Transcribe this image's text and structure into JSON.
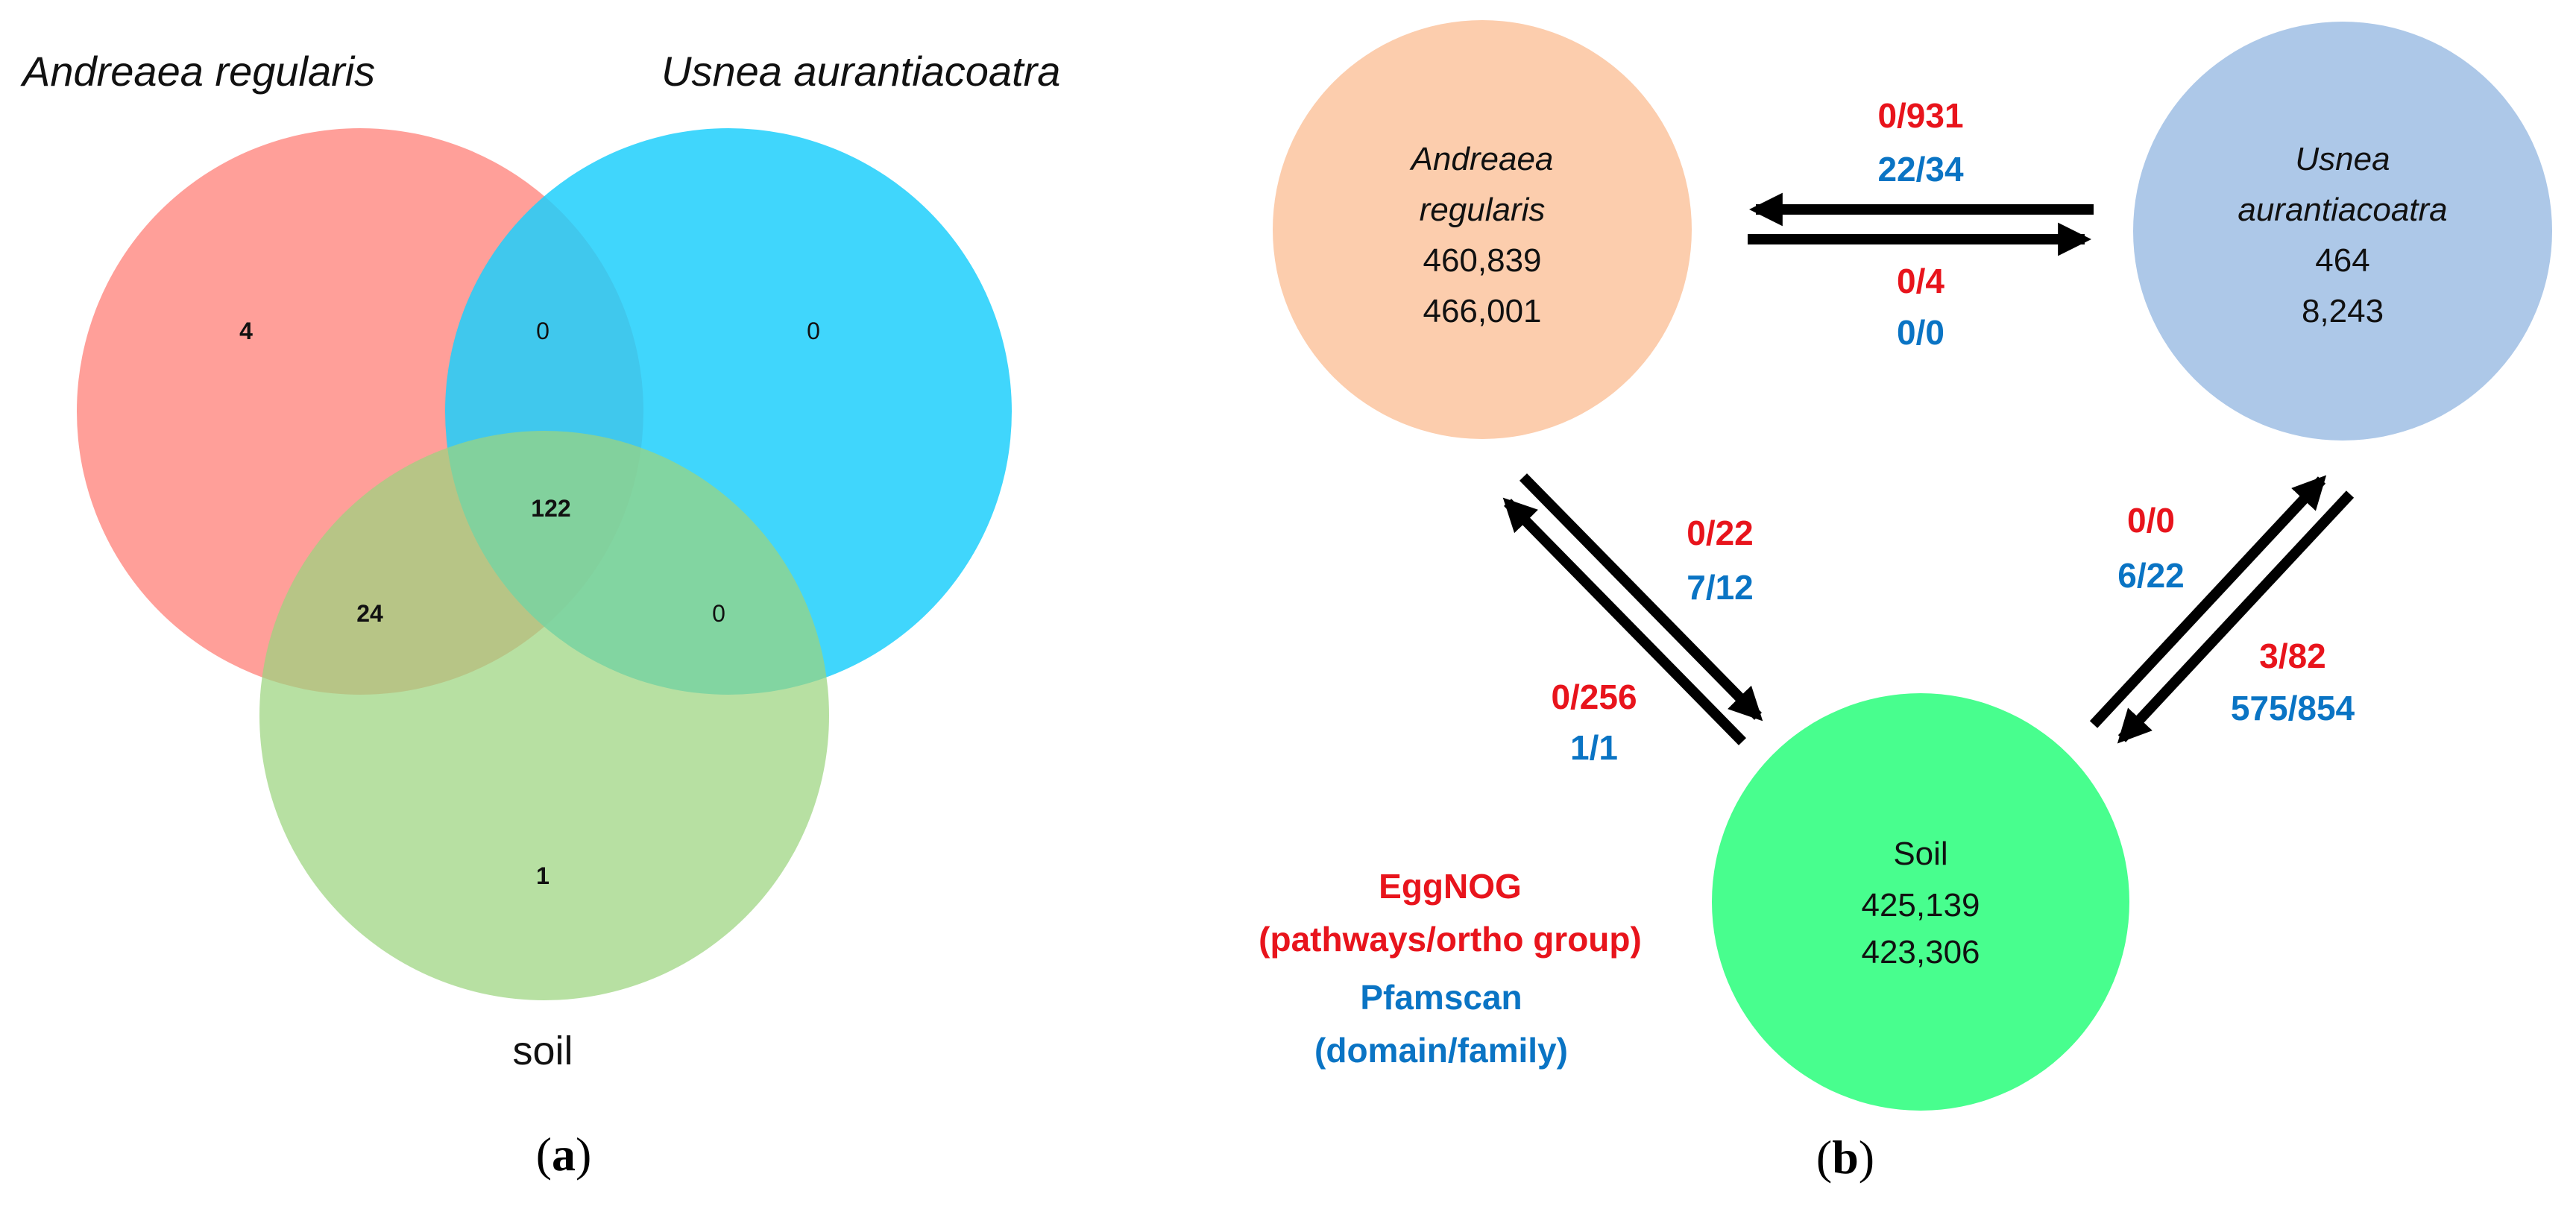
{
  "colors": {
    "eggnog_red": "#E8141C",
    "pfamscan_blue": "#0A74C4",
    "venn_andreaea": "#FF9F99",
    "venn_usnea": "#3BD5FB",
    "venn_soil": "#A8DC8E",
    "node_andreaea": "#FCCDAD",
    "node_usnea": "#ADC8E8",
    "node_soil": "#48FE8E",
    "arrow": "#000000"
  },
  "panel_a": {
    "label": "(a)",
    "label_letter": "a",
    "sets": {
      "andreaea": "Andreaea regularis",
      "usnea": "Usnea aurantiacoatra",
      "soil": "soil"
    },
    "regions": {
      "andreaea_only": "4",
      "andreaea_usnea": "0",
      "usnea_only": "0",
      "all_three": "122",
      "andreaea_soil": "24",
      "usnea_soil": "0",
      "soil_only": "1"
    }
  },
  "panel_b": {
    "label": "(b)",
    "label_letter": "b",
    "nodes": {
      "andreaea": {
        "name_line1": "Andreaea",
        "name_line2": "regularis",
        "value1": "460,839",
        "value2": "466,001"
      },
      "usnea": {
        "name_line1": "Usnea",
        "name_line2": "aurantiacoatra",
        "value1": "464",
        "value2": "8,243"
      },
      "soil": {
        "name": "Soil",
        "value1": "425,139",
        "value2": "423,306"
      }
    },
    "edges": {
      "usnea_to_andreaea": {
        "eggnog": "0/931",
        "pfamscan": "22/34"
      },
      "andreaea_to_usnea": {
        "eggnog": "0/4",
        "pfamscan": "0/0"
      },
      "andreaea_to_soil": {
        "eggnog": "0/22",
        "pfamscan": "7/12"
      },
      "soil_to_andreaea": {
        "eggnog": "0/256",
        "pfamscan": "1/1"
      },
      "soil_to_usnea": {
        "eggnog": "0/0",
        "pfamscan": "6/22"
      },
      "usnea_to_soil": {
        "eggnog": "3/82",
        "pfamscan": "575/854"
      }
    },
    "legend": {
      "eggnog_title": "EggNOG",
      "eggnog_desc": "(pathways/ortho group)",
      "pfamscan_title": "Pfamscan",
      "pfamscan_desc": "(domain/family)"
    }
  }
}
